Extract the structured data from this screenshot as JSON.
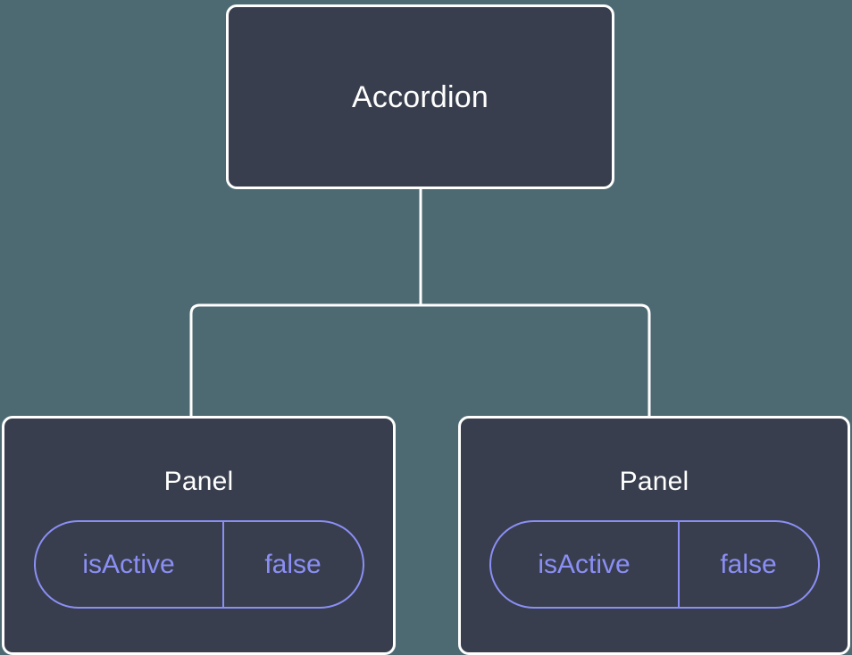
{
  "diagram": {
    "type": "component-tree",
    "background_color": "#4d6a73",
    "node_fill_color": "#383e4d",
    "node_border_color": "#ffffff",
    "edge_color": "#ffffff",
    "accent_color": "#8b8ff5",
    "root": {
      "label": "Accordion"
    },
    "children": [
      {
        "label": "Panel",
        "state": {
          "key": "isActive",
          "value": "false"
        }
      },
      {
        "label": "Panel",
        "state": {
          "key": "isActive",
          "value": "false"
        }
      }
    ]
  }
}
